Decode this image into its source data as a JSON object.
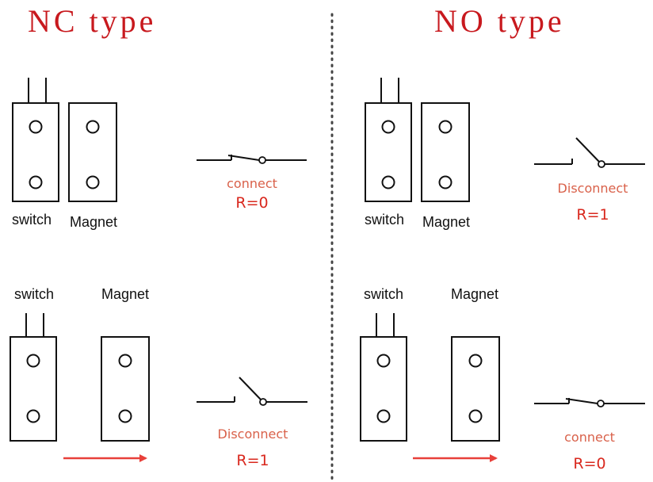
{
  "colors": {
    "title": "#c8191e",
    "state_text": "#d9614a",
    "resistance_text": "#d9281e",
    "arrow": "#e8403a",
    "line": "#111111",
    "divider": "#444444"
  },
  "panels": {
    "nc": {
      "title": "NC type",
      "top": {
        "switch_label": "switch",
        "magnet_label": "Magnet",
        "state": "connect",
        "resistance": "R=0",
        "contact": "closed"
      },
      "bottom": {
        "switch_label": "switch",
        "magnet_label": "Magnet",
        "state": "Disconnect",
        "resistance": "R=1",
        "contact": "open"
      }
    },
    "no": {
      "title": "NO type",
      "top": {
        "switch_label": "switch",
        "magnet_label": "Magnet",
        "state": "Disconnect",
        "resistance": "R=1",
        "contact": "open"
      },
      "bottom": {
        "switch_label": "switch",
        "magnet_label": "Magnet",
        "state": "connect",
        "resistance": "R=0",
        "contact": "closed"
      }
    }
  }
}
